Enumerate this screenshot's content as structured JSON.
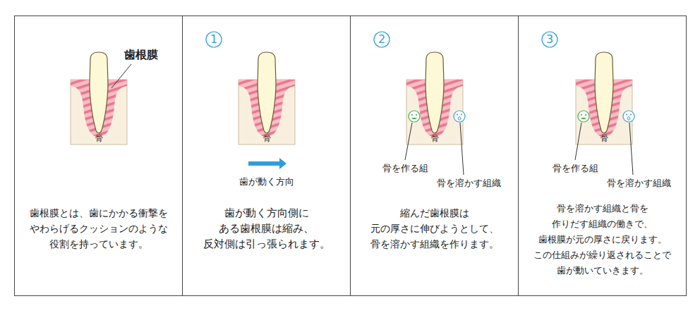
{
  "diagram": {
    "nodes": [
      {
        "text": [
          "歯根膜とは、歯にかかる衝撃を やわらげるクッションのような 役割を持っています。"
        ]
      },
      {
        "text": [
          "歯が動く方向側に ある歯根膜は縮み、 反対側は引っ張られます。"
        ]
      },
      {
        "text": [
          "1"
        ],
        "in": 1
      },
      {
        "text": [
          "縮んだ歯根膜は 元の厚さに伸びようとして、 骨を溶かす組織を作ります。"
        ]
      },
      {
        "text": [
          "2"
        ],
        "in": 3
      },
      {
        "text": [
          "骨を溶かす組織と骨を 作りだす組織の働きで、 歯根膜が元の厚さに戻ります。 この仕組みが繰り返されることで 歯が動いていきます。"
        ]
      },
      {
        "text": [
          "3"
        ],
        "in": 5
      }
    ],
    "labels": [
      "歯根膜",
      "骨",
      "骨",
      "歯が動く方向",
      "骨",
      "骨を作る組",
      "骨を溶かす組織",
      "骨",
      "骨を作る組",
      "骨を溶かす組織"
    ]
  }
}
